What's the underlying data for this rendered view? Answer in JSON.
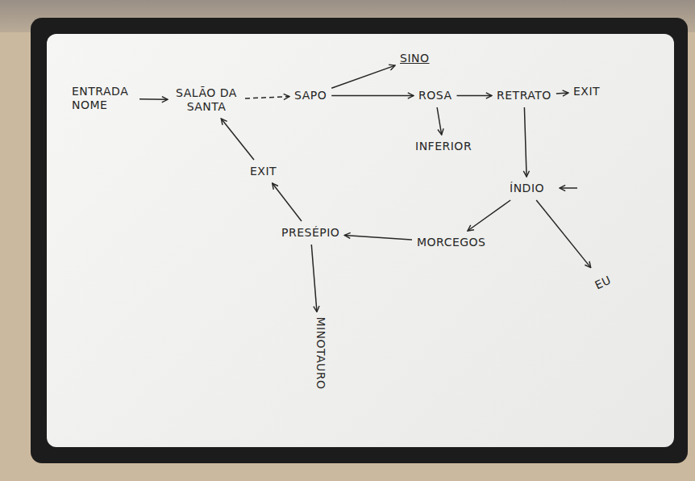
{
  "diagram": {
    "nodes": [
      {
        "text": [
          "ENTRADA NOME"
        ]
      },
      {
        "text": [
          "SALÃO DA SANTA"
        ]
      },
      {
        "text": [
          "SAPO"
        ]
      },
      {
        "text": [
          "SINO"
        ]
      },
      {
        "text": [
          "ROSA"
        ]
      },
      {
        "text": [
          "INFERIOR"
        ]
      },
      {
        "text": [
          "RETRATO"
        ]
      },
      {
        "text": [
          "EXIT"
        ]
      },
      {
        "text": [
          "ÍNDIO"
        ]
      },
      {
        "text": [
          "EU"
        ]
      },
      {
        "text": [
          "MORCEGOS"
        ]
      },
      {
        "text": [
          "PRESÉPIO"
        ]
      },
      {
        "text": [
          "MINOTAURO"
        ]
      },
      {
        "text": [
          "EXIT"
        ]
      }
    ],
    "edges": [
      {
        "from": 0,
        "to": 1,
        "arrow": "to"
      },
      {
        "from": 1,
        "to": 2,
        "arrow": "to"
      },
      {
        "from": 2,
        "to": 3,
        "arrow": "to"
      },
      {
        "from": 2,
        "to": 4,
        "arrow": "to"
      },
      {
        "from": 4,
        "to": 5,
        "arrow": "to"
      },
      {
        "from": 4,
        "to": 6,
        "arrow": "to"
      },
      {
        "from": 6,
        "to": 7,
        "arrow": "to"
      },
      {
        "from": 6,
        "to": 8,
        "arrow": "to"
      },
      {
        "from": 8,
        "to": 10,
        "arrow": "to"
      },
      {
        "from": 8,
        "to": 9,
        "arrow": "to"
      },
      {
        "from": 10,
        "to": 11,
        "arrow": "to"
      },
      {
        "from": 11,
        "to": 12,
        "arrow": "to"
      },
      {
        "from": 11,
        "to": 13,
        "arrow": "to"
      },
      {
        "from": 13,
        "to": 1,
        "arrow": "to"
      }
    ]
  }
}
